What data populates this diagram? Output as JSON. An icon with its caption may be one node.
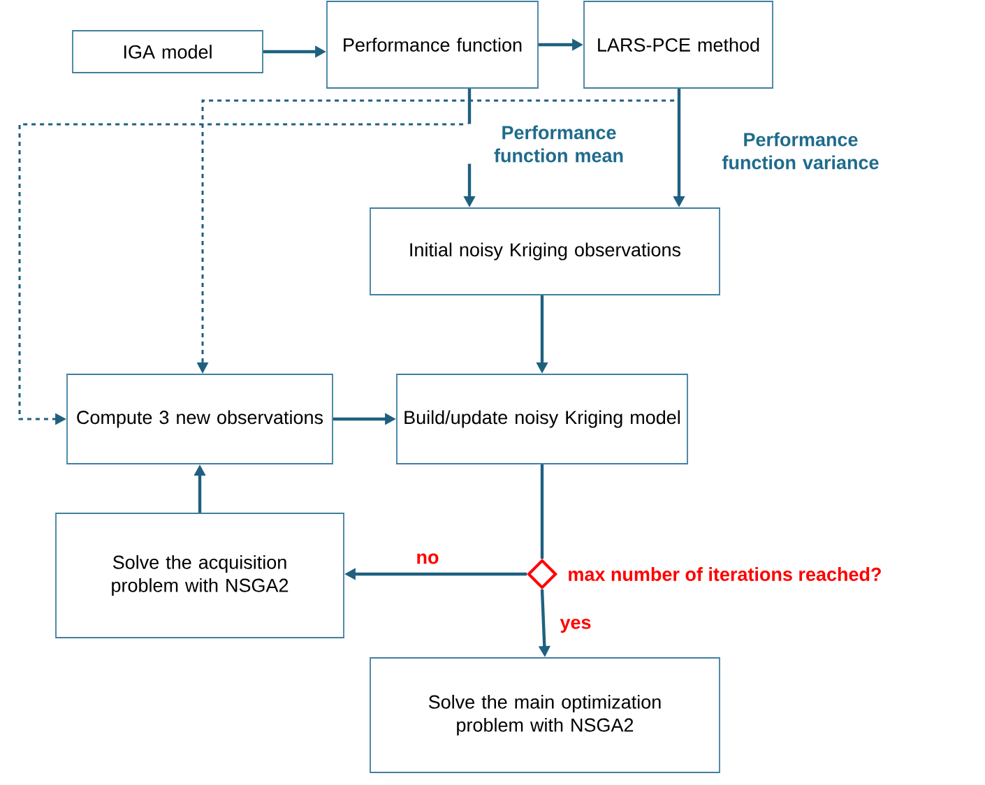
{
  "diagram": {
    "nodes": [
      {
        "text": [
          "IGA model"
        ]
      },
      {
        "text": [
          "Performance function"
        ]
      },
      {
        "text": [
          "LARS-PCE method"
        ]
      },
      {
        "text": [
          "Initial noisy Kriging observations"
        ]
      },
      {
        "text": [
          "Compute 3 new observations"
        ]
      },
      {
        "text": [
          "Build/update noisy Kriging model"
        ]
      },
      {
        "text": [],
        "shape": "diamond",
        "beside": [
          "max number of iterations reached?"
        ]
      },
      {
        "text": [
          "Solve the acquisition problem with NSGA2"
        ]
      },
      {
        "text": [
          "Solve the main optimization problem with NSGA2"
        ]
      }
    ],
    "edges": [
      {
        "from": 0,
        "to": 1,
        "arrow": "to"
      },
      {
        "from": 1,
        "to": 2,
        "arrow": "to"
      },
      {
        "from": 1,
        "to": 3,
        "arrow": "to",
        "label": "Performance function mean"
      },
      {
        "from": 2,
        "to": 3,
        "arrow": "to",
        "label": "Performance function variance"
      },
      {
        "from": 1,
        "to": 4,
        "arrow": "to",
        "style": "dashed"
      },
      {
        "from": 2,
        "to": 4,
        "arrow": "to",
        "style": "dashed"
      },
      {
        "from": 3,
        "to": 5,
        "arrow": "to"
      },
      {
        "from": 4,
        "to": 5,
        "arrow": "to"
      },
      {
        "from": 5,
        "to": 6,
        "arrow": "none"
      },
      {
        "from": 6,
        "to": 7,
        "arrow": "to",
        "label": "no"
      },
      {
        "from": 6,
        "to": 8,
        "arrow": "to",
        "label": "yes"
      },
      {
        "from": 7,
        "to": 4,
        "arrow": "to"
      }
    ]
  }
}
